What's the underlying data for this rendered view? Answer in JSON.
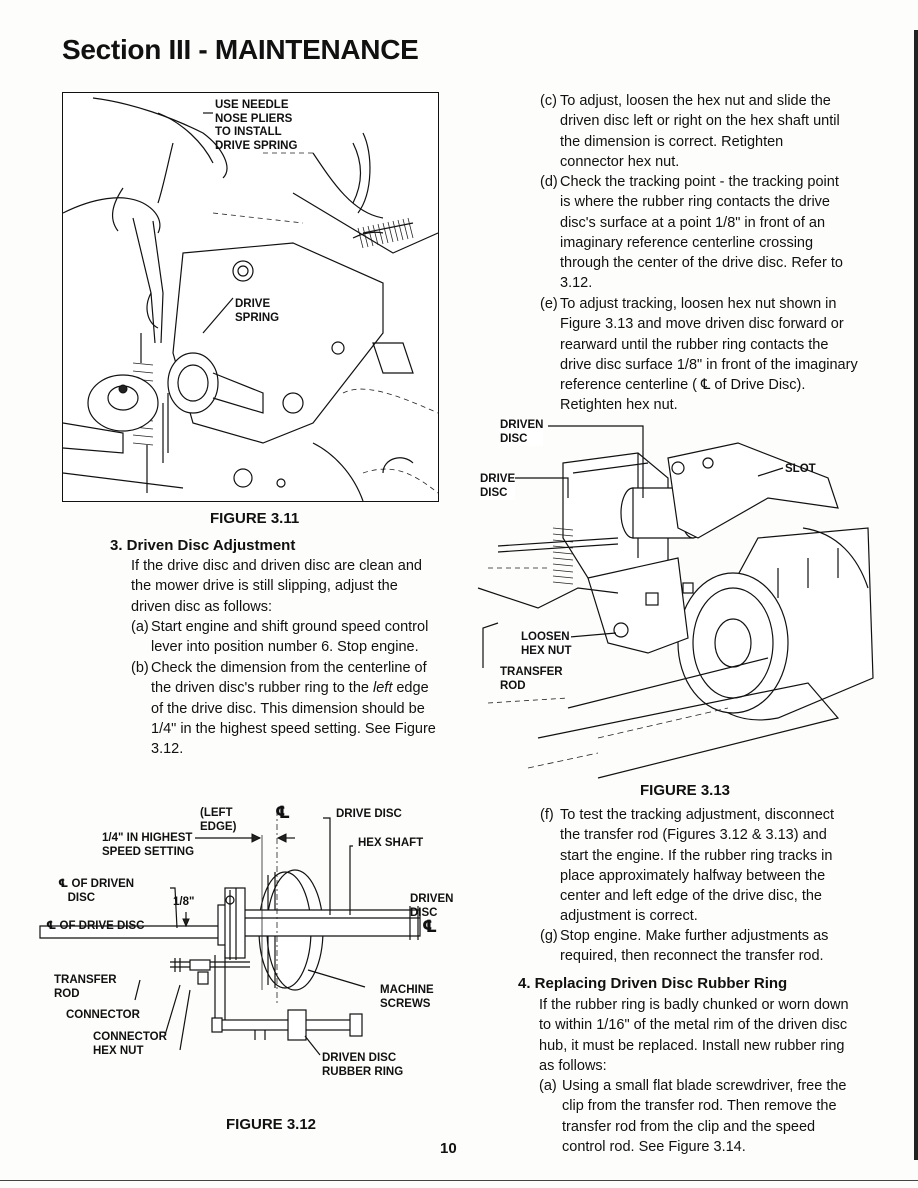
{
  "header": {
    "title": "Section III - MAINTENANCE"
  },
  "figures": {
    "fig311": {
      "caption": "FIGURE 3.11",
      "labels": {
        "instruction": "USE NEEDLE\nNOSE PLIERS\nTO INSTALL\nDRIVE SPRING",
        "drive_spring": "DRIVE\nSPRING"
      }
    },
    "fig312": {
      "caption": "FIGURE 3.12",
      "labels": {
        "left_edge": "(LEFT\nEDGE)",
        "quarter_inch": "1/4\" IN HIGHEST\nSPEED SETTING",
        "cl_driven_disc": "℄ OF DRIVEN\n   DISC",
        "one_eighth": "1/8\"",
        "cl_drive_disc": "℄ OF DRIVE DISC",
        "transfer_rod": "TRANSFER\nROD",
        "connector": "CONNECTOR",
        "connector_hex_nut": "CONNECTOR\nHEX NUT",
        "drive_disc": "DRIVE DISC",
        "hex_shaft": "HEX SHAFT",
        "driven_disc": "DRIVEN\nDISC",
        "cl_symbol": "℄",
        "machine_screws": "MACHINE\nSCREWS",
        "driven_disc_rubber_ring": "DRIVEN DISC\nRUBBER RING"
      }
    },
    "fig313": {
      "caption": "FIGURE 3.13",
      "labels": {
        "driven_disc": "DRIVEN\nDISC",
        "drive_disc": "DRIVE\nDISC",
        "slot": "SLOT",
        "loosen_hex_nut": "LOOSEN\nHEX NUT",
        "transfer_rod": "TRANSFER\nROD"
      }
    }
  },
  "left_column": {
    "step3": {
      "title": "3.  Driven Disc Adjustment",
      "intro": "If the drive disc and driven disc are clean and the mower drive is still slipping, adjust the driven disc as follows:",
      "a_label": "(a)",
      "a_text": "Start engine and shift ground speed control lever into position number 6.  Stop engine.",
      "b_label": "(b)",
      "b_text_1": "Check the dimension from the centerline of the driven disc's rubber ring to the ",
      "b_text_italic": "left",
      "b_text_2": " edge of the drive disc.  This dimension should be 1/4\" in the highest speed setting.  See Figure 3.12."
    }
  },
  "right_column": {
    "c_label": "(c)",
    "c_text": "To adjust, loosen the hex nut and slide the driven disc left or right on the hex shaft until the dimension is correct.  Retighten connector hex nut.",
    "d_label": "(d)",
    "d_text": "Check the tracking point - the tracking point is where the rubber ring contacts the drive disc's surface at a point 1/8\" in front of an imaginary reference centerline crossing through the center of the drive disc.  Refer to 3.12.",
    "e_label": "(e)",
    "e_text": "To adjust tracking, loosen hex nut shown in Figure 3.13 and move driven disc forward or rearward until the rubber ring contacts the drive disc surface 1/8\" in front of the imaginary reference centerline ( ℄ of Drive Disc). Retighten hex nut.",
    "f_label": "(f)",
    "f_text": "To test the tracking adjustment, disconnect the transfer rod (Figures 3.12 & 3.13) and start the engine.  If the rubber ring tracks in place approximately halfway between the center and left edge of the drive disc, the adjustment is correct.",
    "g_label": "(g)",
    "g_text": "Stop engine.  Make further adjustments as required, then reconnect the transfer rod.",
    "step4": {
      "title": "4.  Replacing Driven Disc Rubber Ring",
      "intro": "If the rubber ring is badly chunked or worn down to within 1/16\" of the metal rim of the driven disc hub, it must be replaced.  Install new rubber ring as follows:",
      "a_label": "(a)",
      "a_text": "Using a small flat blade screwdriver, free the clip from the transfer rod.  Then remove the transfer rod from the clip and the speed control rod.  See Figure 3.14."
    }
  },
  "footer": {
    "page_number": "10"
  }
}
